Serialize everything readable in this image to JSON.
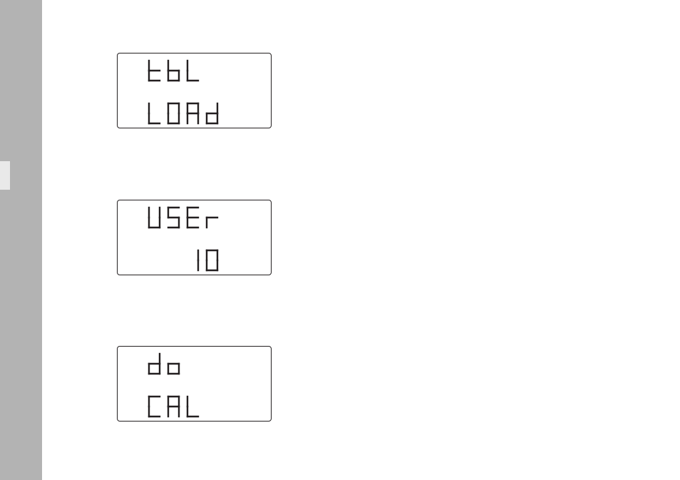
{
  "colors": {
    "margin_bar": "#b3b3b3",
    "margin_tab": "#e9e9e9",
    "segment": "#231f20"
  },
  "displays": [
    {
      "name": "table-load-display",
      "line1": "tbL",
      "line2": "LOAd"
    },
    {
      "name": "user-display",
      "line1": "USEr",
      "line2": "10"
    },
    {
      "name": "do-cal-display",
      "line1": "do",
      "line2": "CAL"
    }
  ]
}
